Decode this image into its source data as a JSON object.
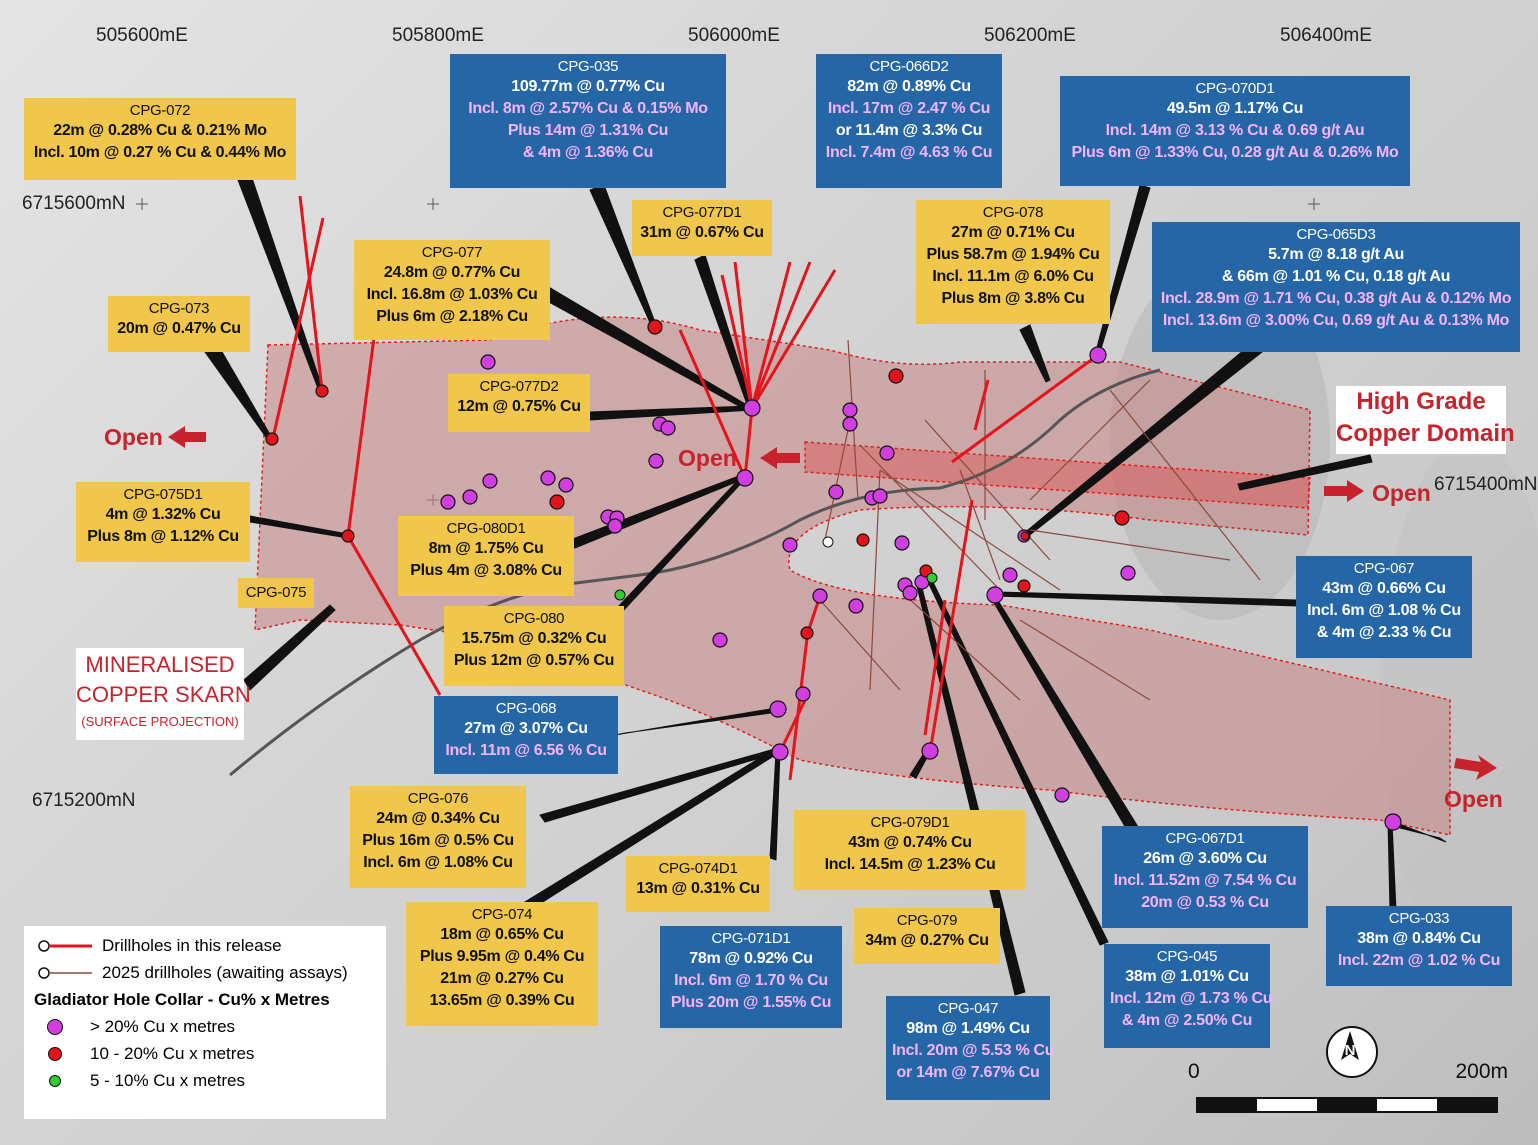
{
  "coords": {
    "e1": "505600mE",
    "e2": "505800mE",
    "e3": "506000mE",
    "e4": "506200mE",
    "e5": "506400mE",
    "n1": "6715600mN",
    "n2": "6715400mN",
    "n3": "6715200mN"
  },
  "boxes": {
    "cpg072": {
      "id": "CPG-072",
      "lines": [
        "22m @ 0.28% Cu & 0.21% Mo",
        "Incl. 10m @ 0.27 % Cu & 0.44% Mo"
      ]
    },
    "cpg073": {
      "id": "CPG-073",
      "lines": [
        "20m @ 0.47% Cu"
      ]
    },
    "cpg035": {
      "id": "CPG-035",
      "lines": [
        "109.77m @ 0.77% Cu",
        "Incl. 8m @ 2.57% Cu & 0.15%  Mo",
        "Plus 14m @ 1.31% Cu",
        "& 4m @ 1.36% Cu"
      ]
    },
    "cpg066d2": {
      "id": "CPG-066D2",
      "lines": [
        "82m @ 0.89% Cu",
        "Incl. 17m @ 2.47 % Cu",
        "or 11.4m @ 3.3% Cu",
        "Incl. 7.4m @ 4.63 % Cu"
      ]
    },
    "cpg070d1": {
      "id": "CPG-070D1",
      "lines": [
        "49.5m @ 1.17% Cu",
        "Incl. 14m @ 3.13 % Cu & 0.69 g/t Au",
        "Plus 6m @ 1.33% Cu, 0.28 g/t Au & 0.26% Mo"
      ]
    },
    "cpg077d1": {
      "id": "CPG-077D1",
      "lines": [
        "31m @ 0.67% Cu"
      ]
    },
    "cpg077": {
      "id": "CPG-077",
      "lines": [
        "24.8m @ 0.77% Cu",
        "Incl. 16.8m @ 1.03% Cu",
        "Plus 6m @ 2.18% Cu"
      ]
    },
    "cpg078": {
      "id": "CPG-078",
      "lines": [
        "27m @ 0.71% Cu",
        "Plus 58.7m @ 1.94% Cu",
        "Incl. 11.1m @ 6.0% Cu",
        "Plus 8m @ 3.8% Cu"
      ]
    },
    "cpg065d3": {
      "id": "CPG-065D3",
      "lines": [
        "5.7m @ 8.18 g/t Au",
        "& 66m @ 1.01 % Cu, 0.18 g/t Au",
        "Incl. 28.9m @ 1.71 % Cu, 0.38 g/t Au & 0.12% Mo",
        "Incl. 13.6m @ 3.00% Cu, 0.69 g/t Au & 0.13% Mo"
      ]
    },
    "cpg077d2": {
      "id": "CPG-077D2",
      "lines": [
        "12m @ 0.75% Cu"
      ]
    },
    "cpg075d1": {
      "id": "CPG-075D1",
      "lines": [
        "4m @ 1.32% Cu",
        "Plus 8m @ 1.12% Cu"
      ]
    },
    "cpg080d1": {
      "id": "CPG-080D1",
      "lines": [
        "8m @ 1.75% Cu",
        "Plus 4m @ 3.08% Cu"
      ]
    },
    "cpg075": {
      "id": "CPG-075",
      "lines": []
    },
    "cpg080": {
      "id": "CPG-080",
      "lines": [
        "15.75m @ 0.32% Cu",
        "Plus 12m @ 0.57% Cu"
      ]
    },
    "cpg067": {
      "id": "CPG-067",
      "lines": [
        "43m @ 0.66% Cu",
        "Incl. 6m @ 1.08 % Cu",
        "& 4m @ 2.33 % Cu"
      ]
    },
    "cpg068": {
      "id": "CPG-068",
      "lines": [
        "27m @ 3.07% Cu",
        "Incl. 11m @ 6.56 % Cu"
      ]
    },
    "cpg076": {
      "id": "CPG-076",
      "lines": [
        "24m @ 0.34% Cu",
        "Plus 16m @ 0.5% Cu",
        "Incl. 6m @ 1.08% Cu"
      ]
    },
    "cpg079d1": {
      "id": "CPG-079D1",
      "lines": [
        "43m @ 0.74% Cu",
        "Incl. 14.5m @ 1.23% Cu"
      ]
    },
    "cpg067d1": {
      "id": "CPG-067D1",
      "lines": [
        "26m @ 3.60% Cu",
        "Incl. 11.52m @ 7.54 % Cu",
        "20m @ 0.53 % Cu"
      ]
    },
    "cpg074d1": {
      "id": "CPG-074D1",
      "lines": [
        "13m @ 0.31% Cu"
      ]
    },
    "cpg079": {
      "id": "CPG-079",
      "lines": [
        "34m @ 0.27% Cu"
      ]
    },
    "cpg074": {
      "id": "CPG-074",
      "lines": [
        "18m @ 0.65% Cu",
        "Plus 9.95m @ 0.4% Cu",
        "21m @ 0.27% Cu",
        "13.65m @ 0.39% Cu"
      ]
    },
    "cpg071d1": {
      "id": "CPG-071D1",
      "lines": [
        "78m @ 0.92% Cu",
        "Incl. 6m @ 1.70 % Cu",
        "Plus 20m @ 1.55% Cu"
      ]
    },
    "cpg045": {
      "id": "CPG-045",
      "lines": [
        "38m @ 1.01% Cu",
        "Incl. 12m @ 1.73 % Cu",
        "& 4m @ 2.50% Cu"
      ]
    },
    "cpg033": {
      "id": "CPG-033",
      "lines": [
        "38m @ 0.84% Cu",
        "Incl. 22m @ 1.02 % Cu"
      ]
    },
    "cpg047": {
      "id": "CPG-047",
      "lines": [
        "98m @ 1.49% Cu",
        "Incl. 20m @ 5.53 % Cu",
        "or 14m @ 7.67% Cu"
      ]
    }
  },
  "labels": {
    "open": "Open",
    "hg1": "High Grade",
    "hg2": "Copper Domain",
    "skarn1": "MINERALISED",
    "skarn2": "COPPER SKARN",
    "skarn3": "(SURFACE PROJECTION)"
  },
  "legend": {
    "item1": "Drillholes in this release",
    "item2": "2025 drillholes (awaiting assays)",
    "title": "Gladiator Hole Collar - Cu% x Metres",
    "c1": "> 20% Cu x metres",
    "c2": "10 - 20% Cu x metres",
    "c3": "5 - 10% Cu x metres",
    "colors": {
      "c1": "#d23fe0",
      "c2": "#e0141a",
      "c3": "#2fcf2f"
    }
  },
  "scale": {
    "zero": "0",
    "end": "200m"
  },
  "north": "N"
}
